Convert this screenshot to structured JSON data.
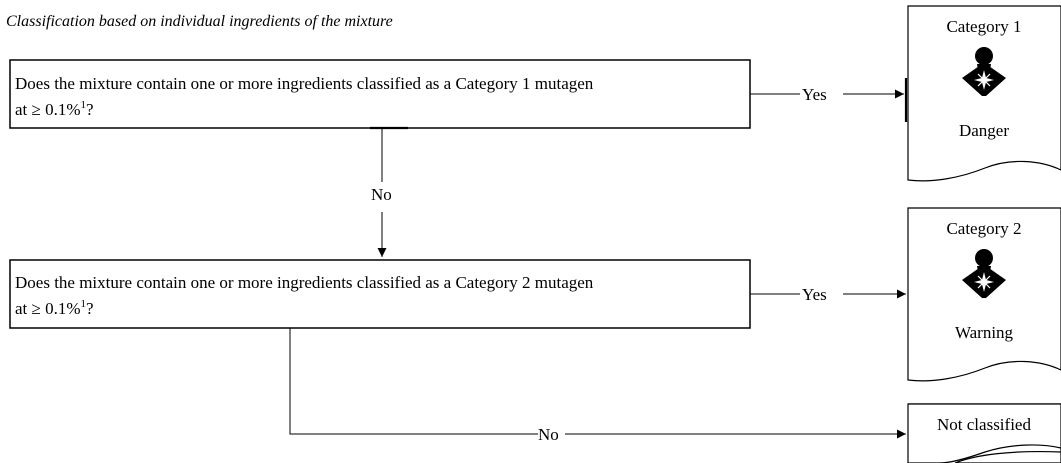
{
  "heading": "Classification based on individual ingredients of the mixture",
  "questions": [
    {
      "line1": "Does the mixture contain one or more ingredients classified as a Category 1 mutagen",
      "line2_prefix": "at  ≥ 0.1%",
      "line2_sup": "1",
      "line2_suffix": "?"
    },
    {
      "line1": "Does the mixture contain one or more ingredients classified as a Category 2 mutagen",
      "line2_prefix": "at  ≥ 0.1%",
      "line2_sup": "1",
      "line2_suffix": "?"
    }
  ],
  "edges": {
    "q1_yes": "Yes",
    "q1_no": "No",
    "q2_yes": "Yes",
    "q2_no": "No"
  },
  "results": [
    {
      "title": "Category 1",
      "signal": "Danger",
      "icon": "health-hazard-icon"
    },
    {
      "title": "Category 2",
      "signal": "Warning",
      "icon": "health-hazard-icon"
    },
    {
      "title": "Not classified"
    }
  ]
}
